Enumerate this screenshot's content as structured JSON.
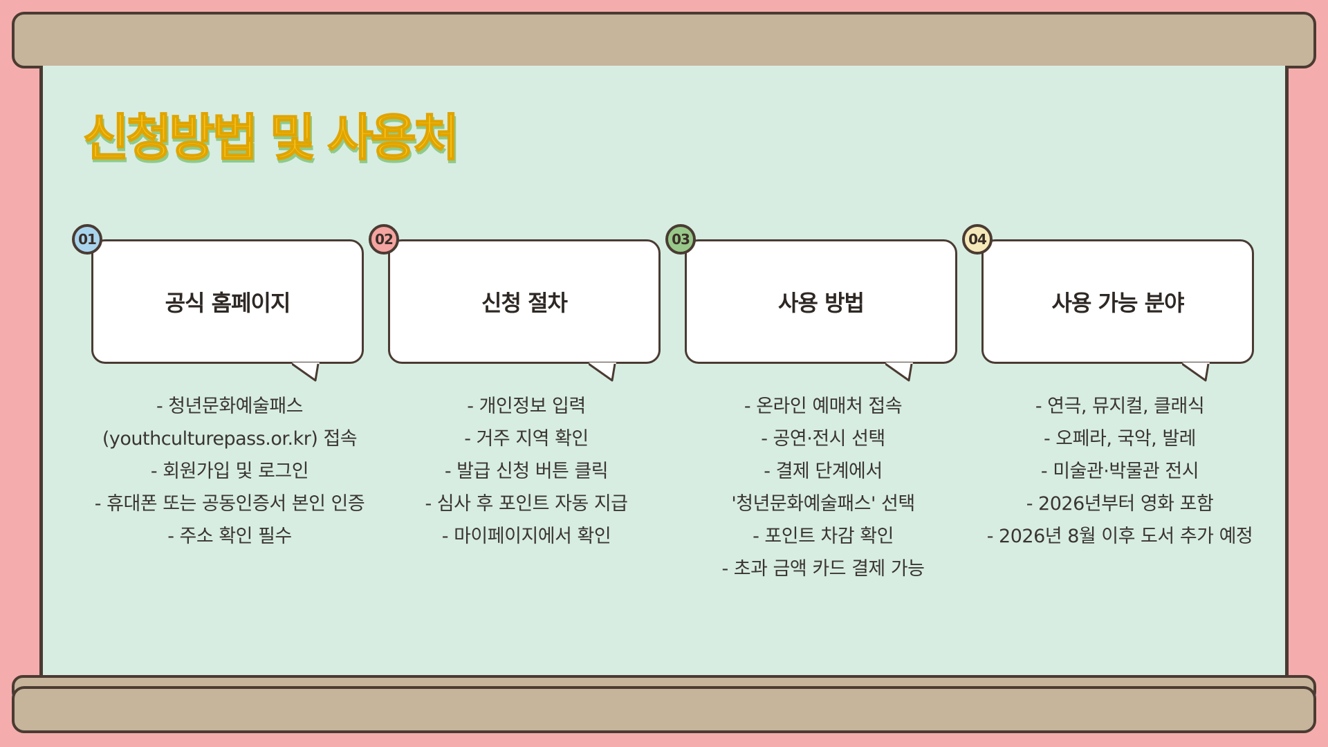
{
  "title": "신청방법 및 사용처",
  "steps": [
    {
      "number": "01",
      "heading": "공식 홈페이지",
      "color": "#a9d4ee",
      "items": [
        "- 청년문화예술패스",
        "(youthculturepass.or.kr) 접속",
        "- 회원가입 및 로그인",
        "- 휴대폰 또는 공동인증서 본인 인증",
        "- 주소 확인 필수"
      ]
    },
    {
      "number": "02",
      "heading": "신청 절차",
      "color": "#f4a4a1",
      "items": [
        "- 개인정보 입력",
        "- 거주 지역 확인",
        "- 발급 신청 버튼 클릭",
        "- 심사 후 포인트 자동 지급",
        "- 마이페이지에서 확인"
      ]
    },
    {
      "number": "03",
      "heading": "사용 방법",
      "color": "#98c98a",
      "items": [
        "- 온라인 예매처 접속",
        "- 공연·전시 선택",
        "- 결제 단계에서",
        "'청년문화예술패스' 선택",
        "- 포인트 차감 확인",
        "- 초과 금액 카드 결제 가능"
      ]
    },
    {
      "number": "04",
      "heading": "사용 가능 분야",
      "color": "#f6e9b9",
      "items": [
        "- 연극, 뮤지컬, 클래식",
        "- 오페라, 국악, 발레",
        "- 미술관·박물관 전시",
        "- 2026년부터 영화 포함",
        "- 2026년 8월 이후 도서 추가 예정"
      ]
    }
  ]
}
